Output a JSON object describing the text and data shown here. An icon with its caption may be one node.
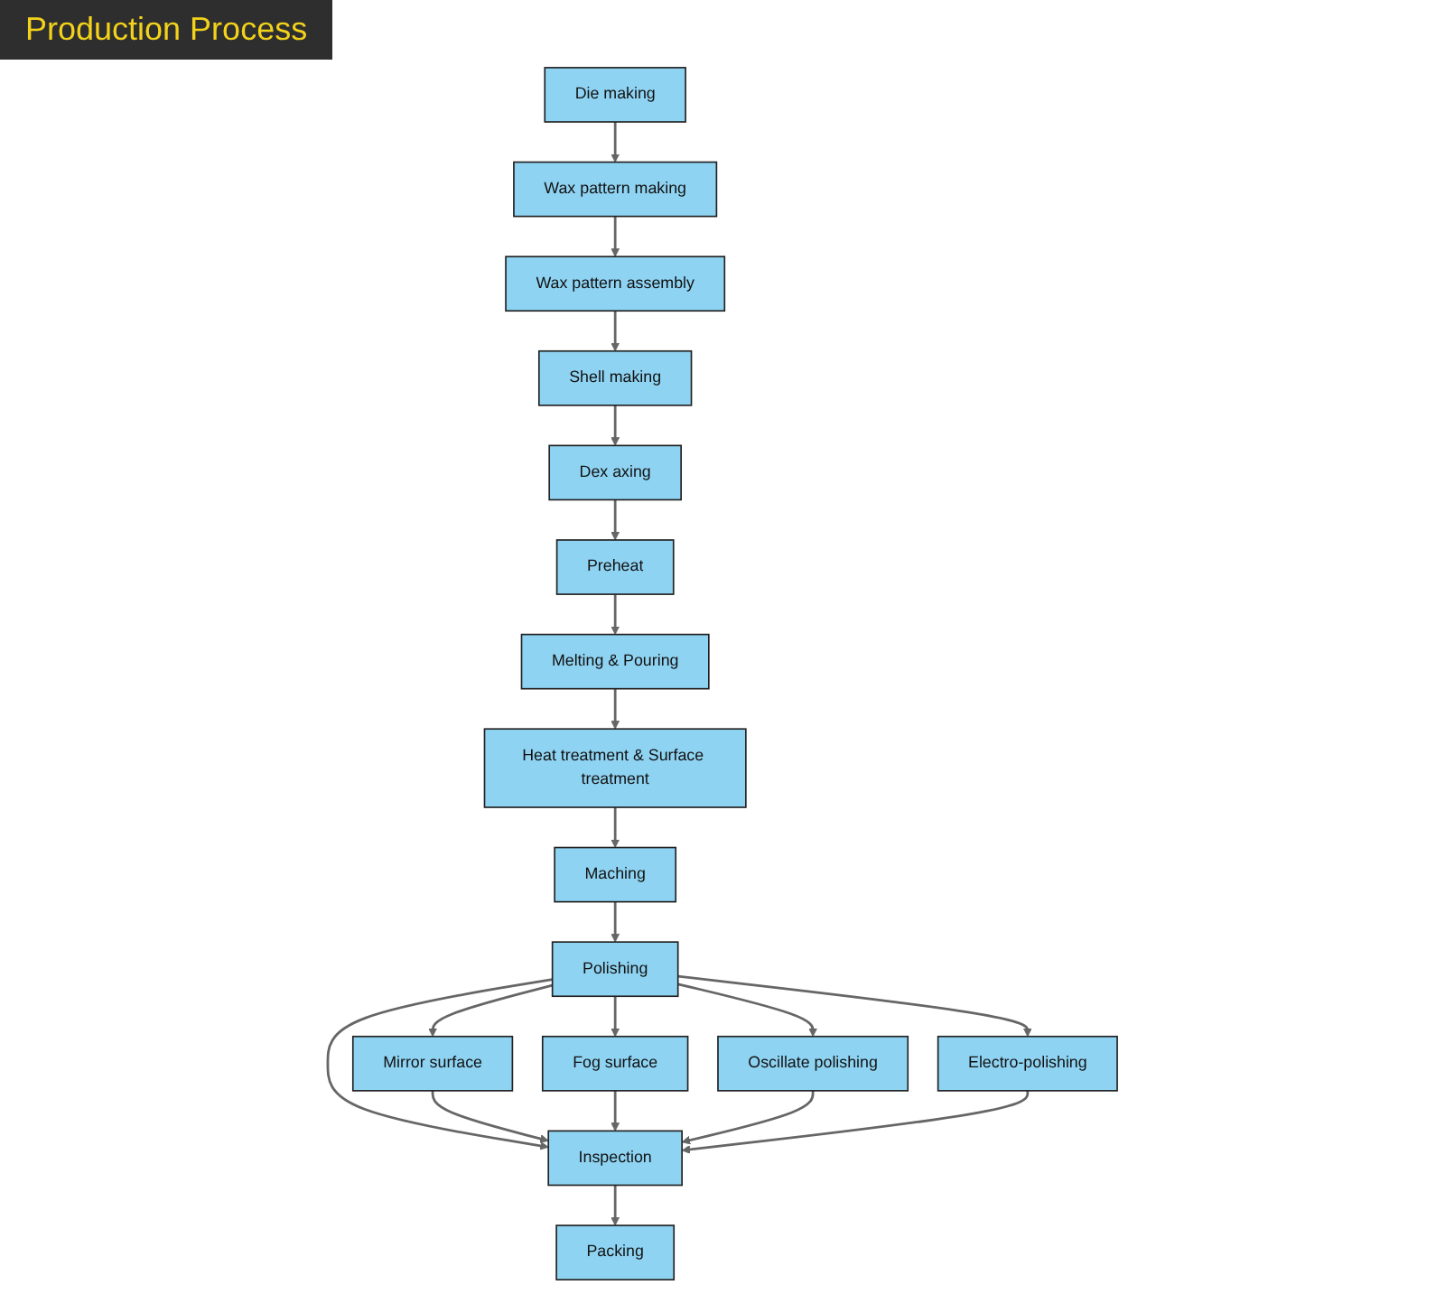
{
  "diagram": {
    "title": "Production Process",
    "nodes": [
      {
        "text": [
          "Die making"
        ]
      },
      {
        "text": [
          "Wax pattern making"
        ]
      },
      {
        "text": [
          "Dex axing"
        ]
      },
      {
        "text": [
          "Shell making"
        ]
      },
      {
        "text": [
          "Wax pattern assembly"
        ]
      },
      {
        "text": [
          "Preheat"
        ]
      },
      {
        "text": [
          "Melting & Pouring"
        ]
      },
      {
        "text": [
          "Heat treatment & Surface treatment"
        ]
      },
      {
        "text": [
          "Packing"
        ]
      },
      {
        "text": [
          "Inspection"
        ]
      },
      {
        "text": [
          "Polishing"
        ]
      },
      {
        "text": [
          "Maching"
        ]
      },
      {
        "text": [
          "Mirror surface"
        ]
      },
      {
        "text": [
          "Fog surface"
        ]
      },
      {
        "text": [
          "Oscillate polishing"
        ]
      },
      {
        "text": [
          "Electro-polishing"
        ]
      }
    ],
    "edges": [
      {
        "from": 0,
        "to": 1,
        "arrow": "to"
      },
      {
        "from": 1,
        "to": 4,
        "arrow": "to"
      },
      {
        "from": 4,
        "to": 3,
        "arrow": "to"
      },
      {
        "from": 3,
        "to": 2,
        "arrow": "to"
      },
      {
        "from": 2,
        "to": 5,
        "arrow": "to"
      },
      {
        "from": 5,
        "to": 6,
        "arrow": "to"
      },
      {
        "from": 6,
        "to": 7,
        "arrow": "to"
      },
      {
        "from": 7,
        "to": 11,
        "arrow": "to"
      },
      {
        "from": 11,
        "to": 10,
        "arrow": "to"
      },
      {
        "from": 10,
        "to": 9,
        "arrow": "to"
      },
      {
        "from": 9,
        "to": 8,
        "arrow": "to"
      },
      {
        "from": 10,
        "to": 12,
        "arrow": "to"
      },
      {
        "from": 10,
        "to": 13,
        "arrow": "to"
      },
      {
        "from": 10,
        "to": 14,
        "arrow": "to"
      },
      {
        "from": 10,
        "to": 15,
        "arrow": "to"
      },
      {
        "from": 12,
        "to": 9,
        "arrow": "to"
      },
      {
        "from": 13,
        "to": 9,
        "arrow": "to"
      },
      {
        "from": 14,
        "to": 9,
        "arrow": "to"
      },
      {
        "from": 15,
        "to": 9,
        "arrow": "to"
      }
    ]
  }
}
